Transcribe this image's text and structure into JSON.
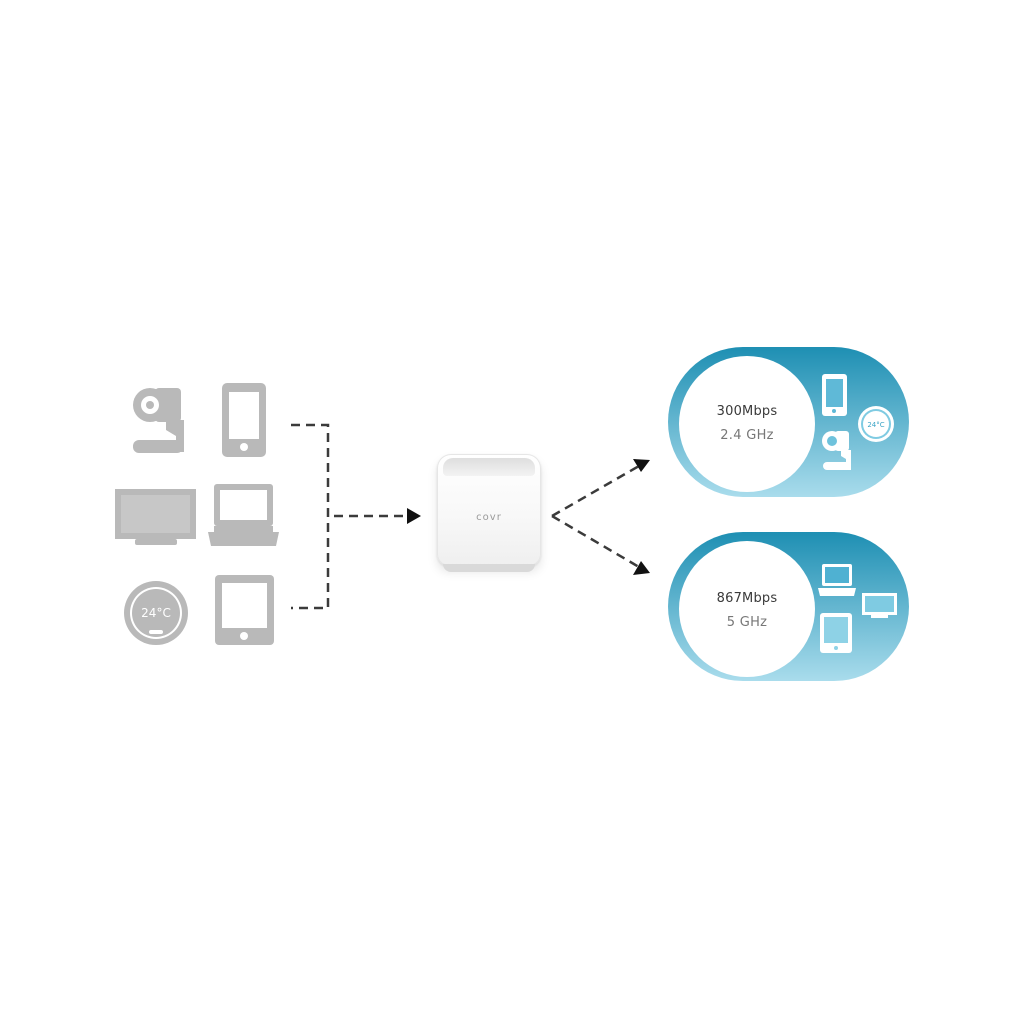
{
  "router": {
    "logo": "covr"
  },
  "devices": {
    "thermostat_left": "24°C",
    "thermostat_small": "24°C"
  },
  "bands": [
    {
      "speed": "300Mbps",
      "frequency": "2.4 GHz"
    },
    {
      "speed": "867Mbps",
      "frequency": "5 GHz"
    }
  ],
  "colors": {
    "device_gray": "#b9b9b9",
    "line": "#3b3b3b",
    "band_dark": "#1e8fb3",
    "band_light": "#a9dcec"
  }
}
